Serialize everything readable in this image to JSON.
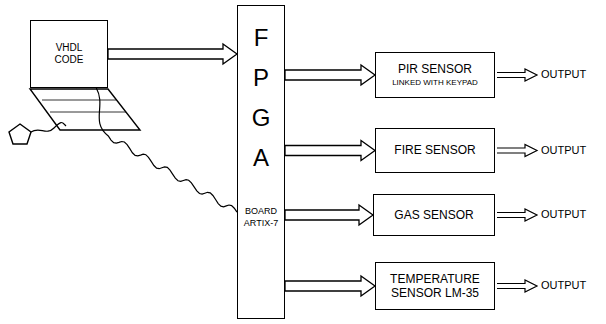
{
  "diagram": {
    "nodes": [
      {
        "text": [
          "VHDL CODE"
        ]
      },
      {
        "text": [
          "F P G A",
          "BOARD ARTIX-7"
        ]
      },
      {
        "text": [
          "PIR SENSOR",
          "LINKED WITH KEYPAD"
        ]
      },
      {
        "text": [
          "FIRE SENSOR"
        ]
      },
      {
        "text": [
          "GAS SENSOR"
        ]
      },
      {
        "text": [
          "TEMPERATURE SENSOR LM-35"
        ]
      }
    ],
    "edges": [
      {
        "from": 0,
        "to": 1,
        "arrow": "to"
      },
      {
        "from": 0,
        "to": 1,
        "arrow": "none"
      },
      {
        "from": 1,
        "to": 2,
        "arrow": "to"
      },
      {
        "from": 1,
        "to": 3,
        "arrow": "to"
      },
      {
        "from": 1,
        "to": 4,
        "arrow": "to"
      },
      {
        "from": 1,
        "to": 5,
        "arrow": "to"
      }
    ],
    "labels": [
      "OUTPUT",
      "OUTPUT",
      "OUTPUT",
      "OUTPUT"
    ]
  }
}
